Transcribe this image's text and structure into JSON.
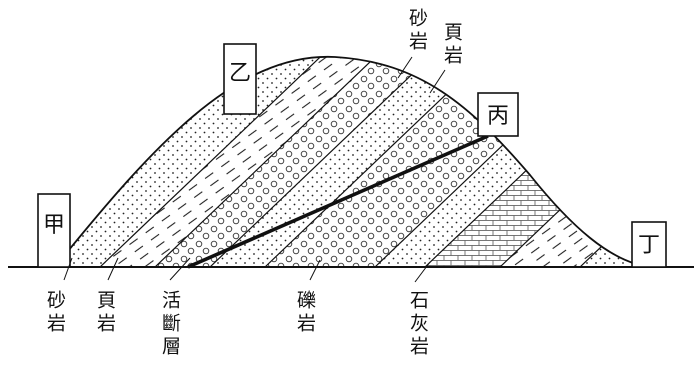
{
  "figure": {
    "locations": [
      {
        "id": "jia",
        "label": "甲"
      },
      {
        "id": "yi",
        "label": "乙"
      },
      {
        "id": "bing",
        "label": "丙"
      },
      {
        "id": "ding",
        "label": "丁"
      }
    ],
    "bottom_labels": [
      {
        "id": "sandstone-bottom",
        "text": "砂岩"
      },
      {
        "id": "shale-bottom",
        "text": "頁岩"
      },
      {
        "id": "active-fault",
        "text": "活斷層"
      },
      {
        "id": "conglomerate",
        "text": "礫岩"
      },
      {
        "id": "limestone",
        "text": "石灰岩"
      }
    ],
    "top_labels": [
      {
        "id": "sandstone-top",
        "text": "砂岩"
      },
      {
        "id": "shale-top",
        "text": "頁岩"
      }
    ]
  }
}
